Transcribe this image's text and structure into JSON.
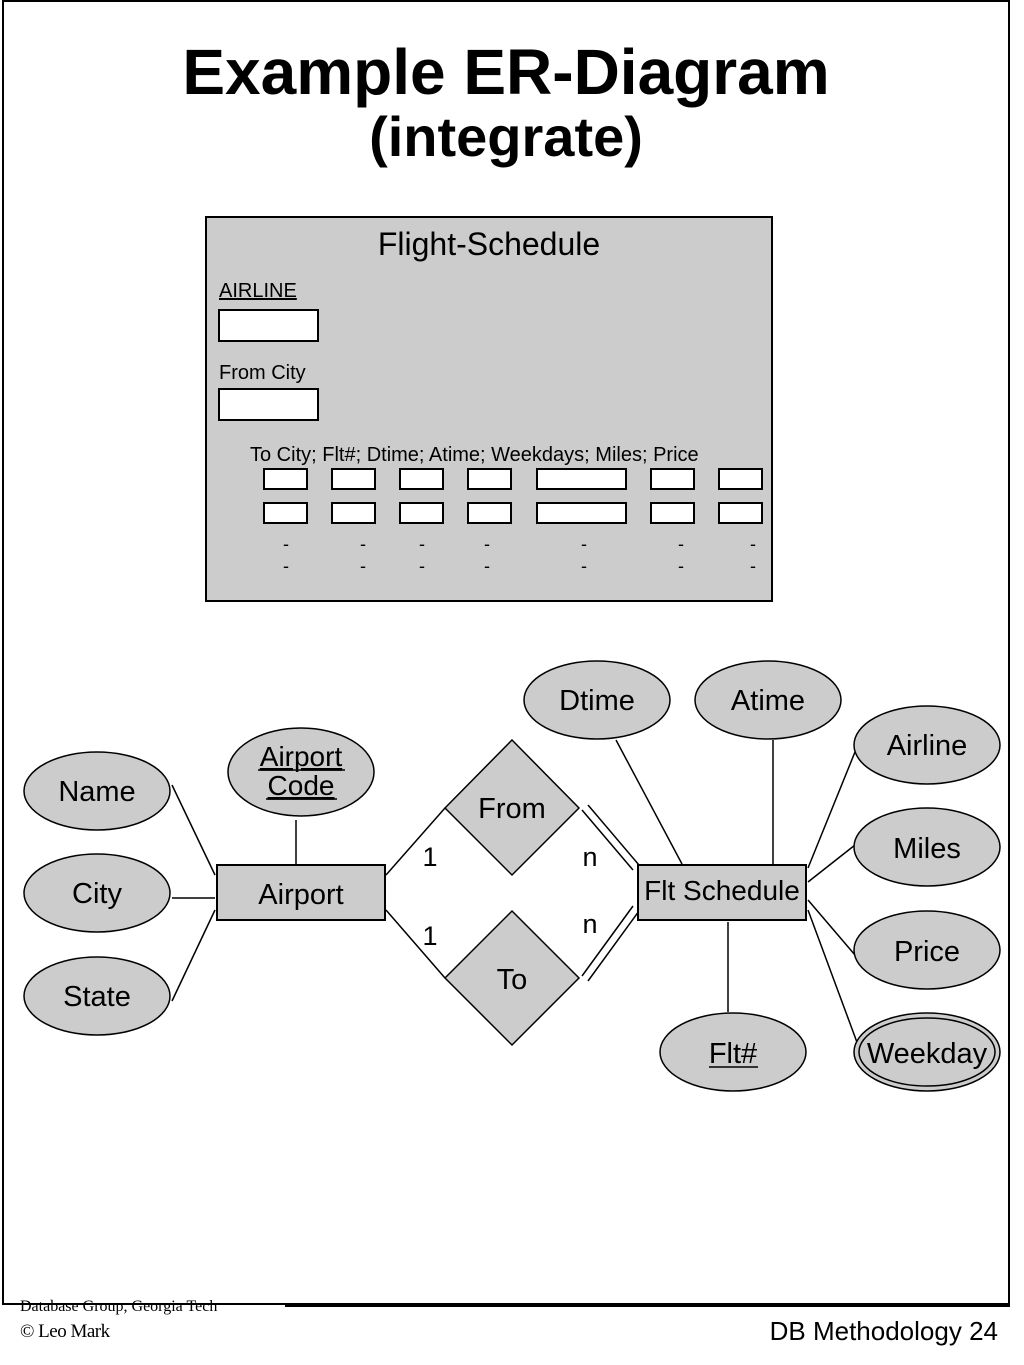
{
  "title": "Example ER-Diagram",
  "subtitle": "(integrate)",
  "form": {
    "title": "Flight-Schedule",
    "airline_label": "AIRLINE",
    "from_city_label": "From City",
    "columns_label": "To City; Flt#; Dtime; Atime; Weekdays; Miles; Price",
    "dash": "-"
  },
  "diagram": {
    "entities": {
      "airport": "Airport",
      "flt_schedule": "Flt Schedule"
    },
    "relationships": {
      "from": "From",
      "to": "To"
    },
    "attributes": {
      "name": "Name",
      "city": "City",
      "state": "State",
      "airport_code_line1": "Airport",
      "airport_code_line2": "Code",
      "dtime": "Dtime",
      "atime": "Atime",
      "airline": "Airline",
      "miles": "Miles",
      "price": "Price",
      "weekday": "Weekday",
      "flt_no": "Flt#"
    },
    "cardinalities": {
      "from_airport": "1",
      "from_flt": "n",
      "to_airport": "1",
      "to_flt": "n"
    }
  },
  "footer": {
    "org": "Database Group, Georgia Tech",
    "author": "© Leo Mark",
    "course": "DB Methodology",
    "page": "24"
  }
}
